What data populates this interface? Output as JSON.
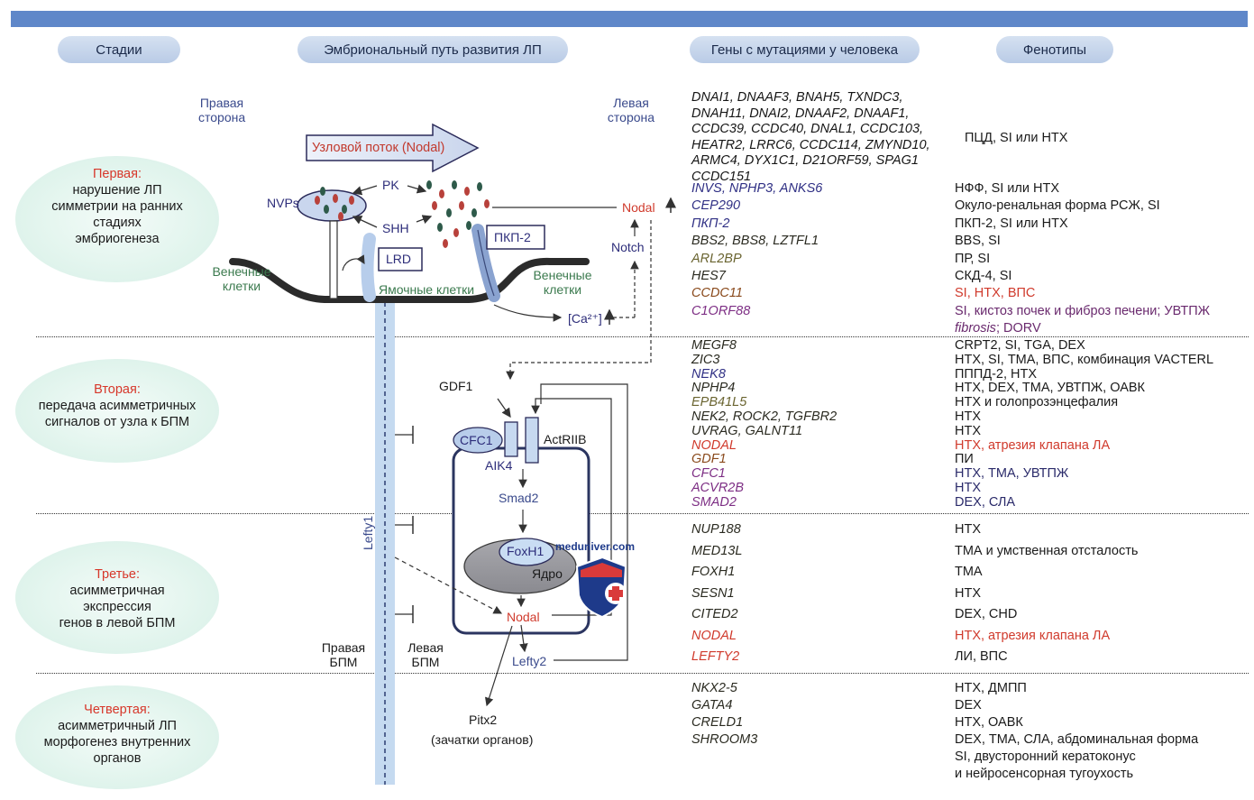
{
  "headers": {
    "stages": "Стадии",
    "pathway": "Эмбриональный путь развития ЛП",
    "genes": "Гены с мутациями у человека",
    "phenotypes": "Фенотипы"
  },
  "stages": [
    {
      "label": "Первая:",
      "text": [
        "нарушение ЛП",
        "симметрии на ранних",
        "стадиях",
        "эмбриогенеза"
      ]
    },
    {
      "label": "Вторая:",
      "text": [
        "передача асимметричных",
        "сигналов от узла к БПМ"
      ]
    },
    {
      "label": "Третье:",
      "text": [
        "асимметричная",
        "экспрессия",
        "генов в левой БПМ"
      ]
    },
    {
      "label": "Четвертая:",
      "text": [
        "асимметричный ЛП",
        "морфогенез внутренних",
        "органов"
      ]
    }
  ],
  "diagram": {
    "right_side": [
      "Правая",
      "сторона"
    ],
    "left_side": [
      "Левая",
      "сторона"
    ],
    "nodal_flow": "Узловой поток (Nodal)",
    "nvps": "NVPs",
    "pk": "PK",
    "shh": "SHH",
    "pkp2": "ПКП-2",
    "lrd": "LRD",
    "crown_cells_left": [
      "Венечные",
      "клетки"
    ],
    "crown_cells_right": [
      "Венечные",
      "клетки"
    ],
    "pit_cells": "Ямочные клетки",
    "nodal_top": "Nodal",
    "notch": "Notch",
    "ca": "[Ca²⁺]",
    "gdf1": "GDF1",
    "cfc1": "CFC1",
    "actriib": "ActRIIB",
    "aik4": "AIK4",
    "smad2": "Smad2",
    "foxh1": "FoxH1",
    "nucleus": "Ядро",
    "nodal_cell": "Nodal",
    "lefty2": "Lefty2",
    "lefty1": "Lefty1",
    "right_lpm": [
      "Правая",
      "БПМ"
    ],
    "left_lpm": [
      "Левая",
      "БПМ"
    ],
    "pitx2": "Pitx2",
    "organ_primordia": "(зачатки органов)",
    "watermark": "meduniver.com"
  },
  "gene_cluster": [
    "DNAI1, DNAAF3,  BNAH5, TXNDC3,",
    "DNAH11, DNAI2, DNAAF2, DNAAF1,",
    "CCDC39, CCDC40, DNAL1, CCDC103,",
    "HEATR2, LRRC6, CCDC114, ZMYND10,",
    "ARMC4, DYX1C1, D21ORF59, SPAG1",
    "CCDC151"
  ],
  "cluster_phenotype": "ПЦД, SI или НТХ",
  "stage1_rows": [
    {
      "gene": "INVS, NPHP3, ANKS6",
      "phenotype": "НФФ, SI или НТХ",
      "gc": "c-blue"
    },
    {
      "gene": "CEP290",
      "phenotype": "Окуло-ренальная форма РСЖ, SI",
      "gc": "c-blue"
    },
    {
      "gene": "ПКП-2",
      "phenotype": "ПКП-2, SI или НТХ",
      "gc": "c-blue"
    },
    {
      "gene": "BBS2, BBS8, LZTFL1",
      "phenotype": "BBS, SI",
      "gc": "c-dark"
    },
    {
      "gene": "ARL2BP",
      "phenotype": "ПР, SI",
      "gc": "c-olive"
    },
    {
      "gene": "HES7",
      "phenotype": "СКД-4, SI",
      "gc": "c-dark"
    },
    {
      "gene": "CCDC11",
      "phenotype": "SI, НТХ, ВПС",
      "gc": "c-brown",
      "pc": "c-red"
    },
    {
      "gene": "C1ORF88",
      "phenotype": "SI, кистоз почек и фиброз печени; УВТПЖ",
      "gc": "c-purple",
      "pc": "c-purple"
    },
    {
      "gene": "",
      "phenotype": "fibrosis; DORV",
      "gc": "",
      "pc": "c-purple"
    }
  ],
  "stage2_rows": [
    {
      "gene": "MEGF8",
      "phenotype": "CRPT2, SI, TGA, DEX",
      "gc": "c-dark"
    },
    {
      "gene": "ZIC3",
      "phenotype": "НТХ, SI, ТМА, ВПС, комбинация VACTERL",
      "gc": "c-dark"
    },
    {
      "gene": "NEK8",
      "phenotype": "ПППД-2, НТХ",
      "gc": "c-blue"
    },
    {
      "gene": "NPHP4",
      "phenotype": "НТХ, DEX, ТМА, УВТПЖ, ОАВК",
      "gc": "c-dark"
    },
    {
      "gene": "EPB41L5",
      "phenotype": "НТХ и голопрозэнцефалия",
      "gc": "c-olive"
    },
    {
      "gene": "NEK2, ROCK2, TGFBR2",
      "phenotype": "НТХ",
      "gc": "c-dark"
    },
    {
      "gene": "UVRAG, GALNT11",
      "phenotype": "НТХ",
      "gc": "c-dark"
    },
    {
      "gene": "NODAL",
      "phenotype": "НТХ, атрезия клапана ЛА",
      "gc": "c-red",
      "pc": "c-red"
    },
    {
      "gene": "GDF1",
      "phenotype": "ПИ",
      "gc": "c-brown"
    },
    {
      "gene": "CFC1",
      "phenotype": "НТХ, ТМА, УВТПЖ",
      "gc": "c-purple",
      "pc": "c-blue"
    },
    {
      "gene": "ACVR2B",
      "phenotype": "НТХ",
      "gc": "c-purple",
      "pc": "c-blue"
    },
    {
      "gene": "SMAD2",
      "phenotype": "DEX, СЛА",
      "gc": "c-purple",
      "pc": "c-blue"
    }
  ],
  "stage3_rows": [
    {
      "gene": "NUP188",
      "phenotype": "НТХ",
      "gc": "c-dark"
    },
    {
      "gene": "MED13L",
      "phenotype": "ТМА и умственная отсталость",
      "gc": "c-dark"
    },
    {
      "gene": "FOXH1",
      "phenotype": "ТМА",
      "gc": "c-dark"
    },
    {
      "gene": "SESN1",
      "phenotype": "НТХ",
      "gc": "c-dark"
    },
    {
      "gene": "CITED2",
      "phenotype": "DEX, CHD",
      "gc": "c-dark"
    },
    {
      "gene": "NODAL",
      "phenotype": "НТХ, атрезия клапана ЛА",
      "gc": "c-red",
      "pc": "c-red"
    },
    {
      "gene": "LEFTY2",
      "phenotype": "ЛИ, ВПС",
      "gc": "c-red"
    }
  ],
  "stage4_rows": [
    {
      "gene": "NKX2-5",
      "phenotype": "НТХ, ДМПП",
      "gc": "c-dark"
    },
    {
      "gene": "GATA4",
      "phenotype": "DEX",
      "gc": "c-dark"
    },
    {
      "gene": "CRELD1",
      "phenotype": "НТХ, ОАВК",
      "gc": "c-dark"
    },
    {
      "gene": "SHROOM3",
      "phenotype": "DEX, ТМА, СЛА, абдоминальная форма",
      "gc": "c-dark"
    },
    {
      "gene": "",
      "phenotype": "SI, двусторонний кератоконус",
      "gc": ""
    },
    {
      "gene": "",
      "phenotype": "и нейросенсорная тугоухость",
      "gc": ""
    }
  ],
  "colors": {
    "top_bar": "#5f87c9",
    "header_pill": "#c6d5eb",
    "stage_label": "#d7372a",
    "lefty1_bar": "#c5daf0",
    "nodal_arrow_fill": "#dfe6f4",
    "nodal_red": "#d03a2c"
  }
}
